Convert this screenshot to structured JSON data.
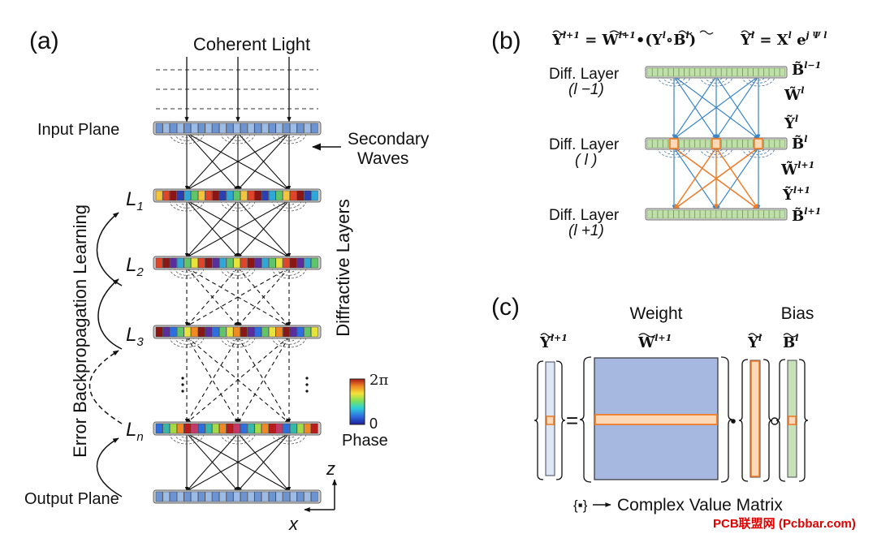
{
  "panel_a": {
    "label": "(a)",
    "coherent_light": "Coherent Light",
    "input_plane": "Input Plane",
    "secondary_waves_1": "Secondary",
    "secondary_waves_2": "Waves",
    "layers": [
      {
        "letter": "L",
        "sub": "1"
      },
      {
        "letter": "L",
        "sub": "2"
      },
      {
        "letter": "L",
        "sub": "3"
      },
      {
        "letter": "L",
        "sub": "n"
      }
    ],
    "side_left": "Error Backpropagation Learning",
    "side_right": "Diffractive Layers",
    "output_plane": "Output Plane",
    "colorbar": {
      "max": "2π",
      "min": "0",
      "label": "Phase"
    },
    "axes": {
      "z": "z",
      "x": "x"
    },
    "colors": {
      "plane_fill": "#7fa6dc",
      "plane_stroke": "#3c5f95",
      "plane_tile_a": "#6c94d2",
      "plane_tile_b": "#9cbbe6"
    }
  },
  "panel_b": {
    "label": "(b)",
    "layers": [
      {
        "line1": "Diff. Layer",
        "line2": "(l −1)"
      },
      {
        "line1": "Diff. Layer",
        "line2": "( l )"
      },
      {
        "line1": "Diff. Layer",
        "line2": "(l +1)"
      }
    ],
    "right_labels": [
      "B̃",
      "W̃",
      "Ỹ",
      "B̃",
      "W̃",
      "Ỹ",
      "B̃"
    ],
    "colors": {
      "layer_fill": "#bfe0a8",
      "layer_stroke": "#6b8f52",
      "blue": "#3a86c8",
      "orange": "#f07d27"
    }
  },
  "panel_c": {
    "label": "(c)",
    "weight": "Weight",
    "bias": "Bias",
    "legend": "Complex Value Matrix",
    "colors": {
      "weight_fill": "#a6b8e0",
      "y_fill": "#dce6f5",
      "bias_fill": "#c7e2b6",
      "highlight": "#f07d27",
      "highlight_fill": "#fdd9b8"
    }
  },
  "watermark": "PCB联盟网 (Pcbbar.com)"
}
